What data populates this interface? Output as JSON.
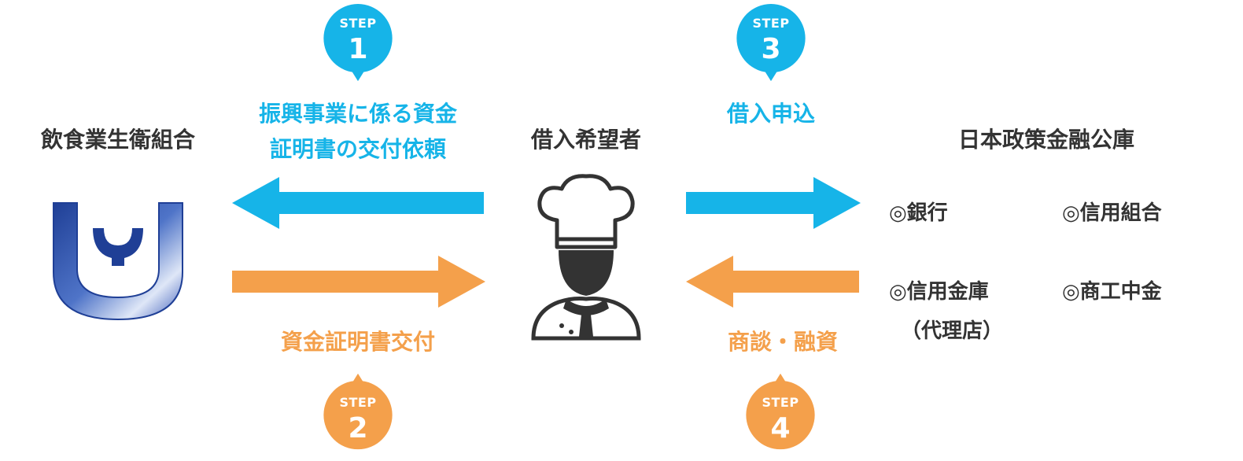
{
  "colors": {
    "blue": "#16b4e8",
    "orange": "#f4a04b",
    "text": "#333333",
    "logo_blue": "#1f3f96"
  },
  "left_org": {
    "name": "飲食業生衛組合",
    "logo_icon": "union-logo-icon"
  },
  "center": {
    "name": "借入希望者",
    "icon": "chef-icon"
  },
  "right_org": {
    "name": "日本政策金融公庫"
  },
  "steps": [
    {
      "id": 1,
      "badge": "STEP",
      "number": "1",
      "line1": "振興事業に係る資金",
      "line2": "証明書の交付依頼"
    },
    {
      "id": 2,
      "badge": "STEP",
      "number": "2",
      "text": "資金証明書交付"
    },
    {
      "id": 3,
      "badge": "STEP",
      "number": "3",
      "text": "借入申込"
    },
    {
      "id": 4,
      "badge": "STEP",
      "number": "4",
      "text": "商談・融資"
    }
  ],
  "institutions": {
    "bank": "◎銀行",
    "credit_union": "◎信用組合",
    "shinkin": "◎信用金庫",
    "shinkin_note": "（代理店）",
    "shoko_chukin": "◎商工中金"
  }
}
